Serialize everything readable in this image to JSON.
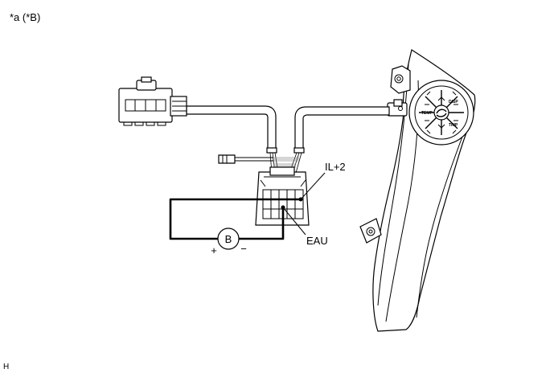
{
  "header": {
    "caption": "*a (*B)"
  },
  "terminals": {
    "il2": "IL+2",
    "eau": "EAU"
  },
  "battery": {
    "symbol": "B",
    "plus": "+",
    "minus": "−"
  },
  "switch_labels": {
    "temp": "TEMP",
    "disp": "DISP",
    "trip": "TRIP"
  },
  "footer": {
    "code": "H"
  }
}
